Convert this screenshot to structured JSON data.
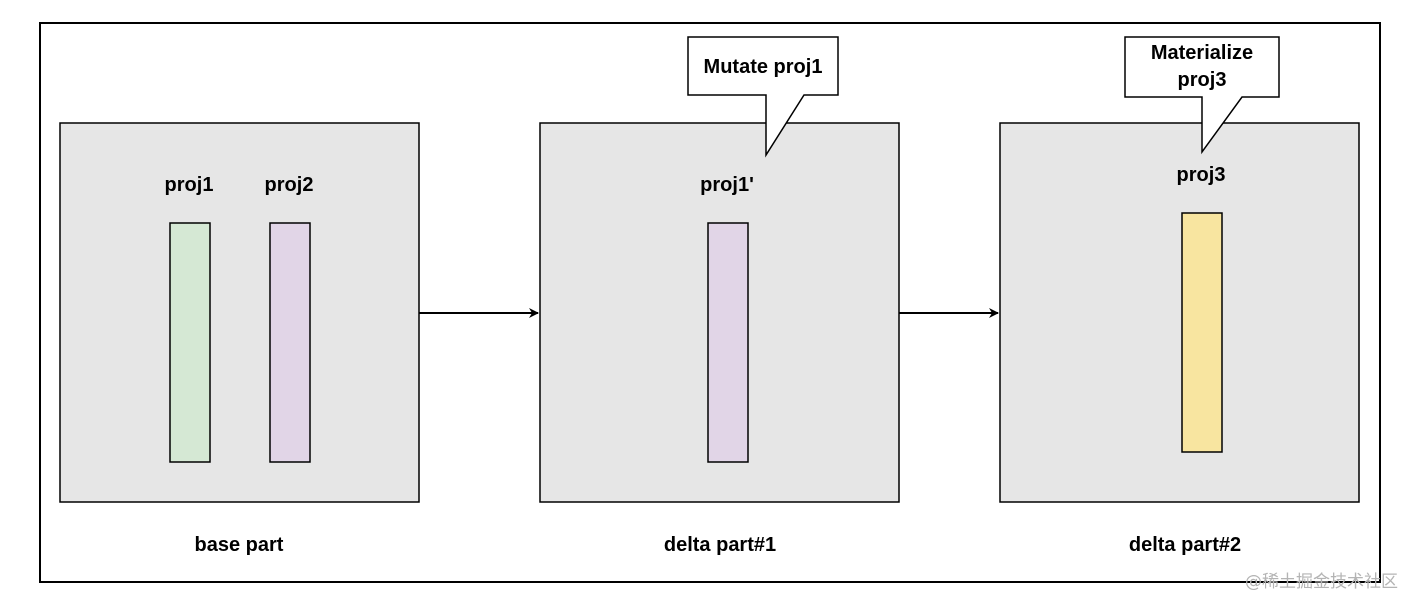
{
  "colors": {
    "border": "#000000",
    "part_fill": "#e6e6e6",
    "proj1_fill": "#d5e8d4",
    "proj2_fill": "#e1d5e7",
    "proj3_fill": "#f8e5a0",
    "callout_fill": "#ffffff"
  },
  "parts": [
    {
      "caption": "base part",
      "columns": [
        {
          "label": "proj1",
          "fill_key": "proj1_fill"
        },
        {
          "label": "proj2",
          "fill_key": "proj2_fill"
        }
      ]
    },
    {
      "caption": "delta part#1",
      "columns": [
        {
          "label": "proj1'",
          "fill_key": "proj2_fill"
        }
      ],
      "callout": [
        "Mutate proj1"
      ]
    },
    {
      "caption": "delta part#2",
      "columns": [
        {
          "label": "proj3",
          "fill_key": "proj3_fill"
        }
      ],
      "callout": [
        "Materialize",
        "proj3"
      ]
    }
  ],
  "watermark": "@稀土掘金技术社区"
}
